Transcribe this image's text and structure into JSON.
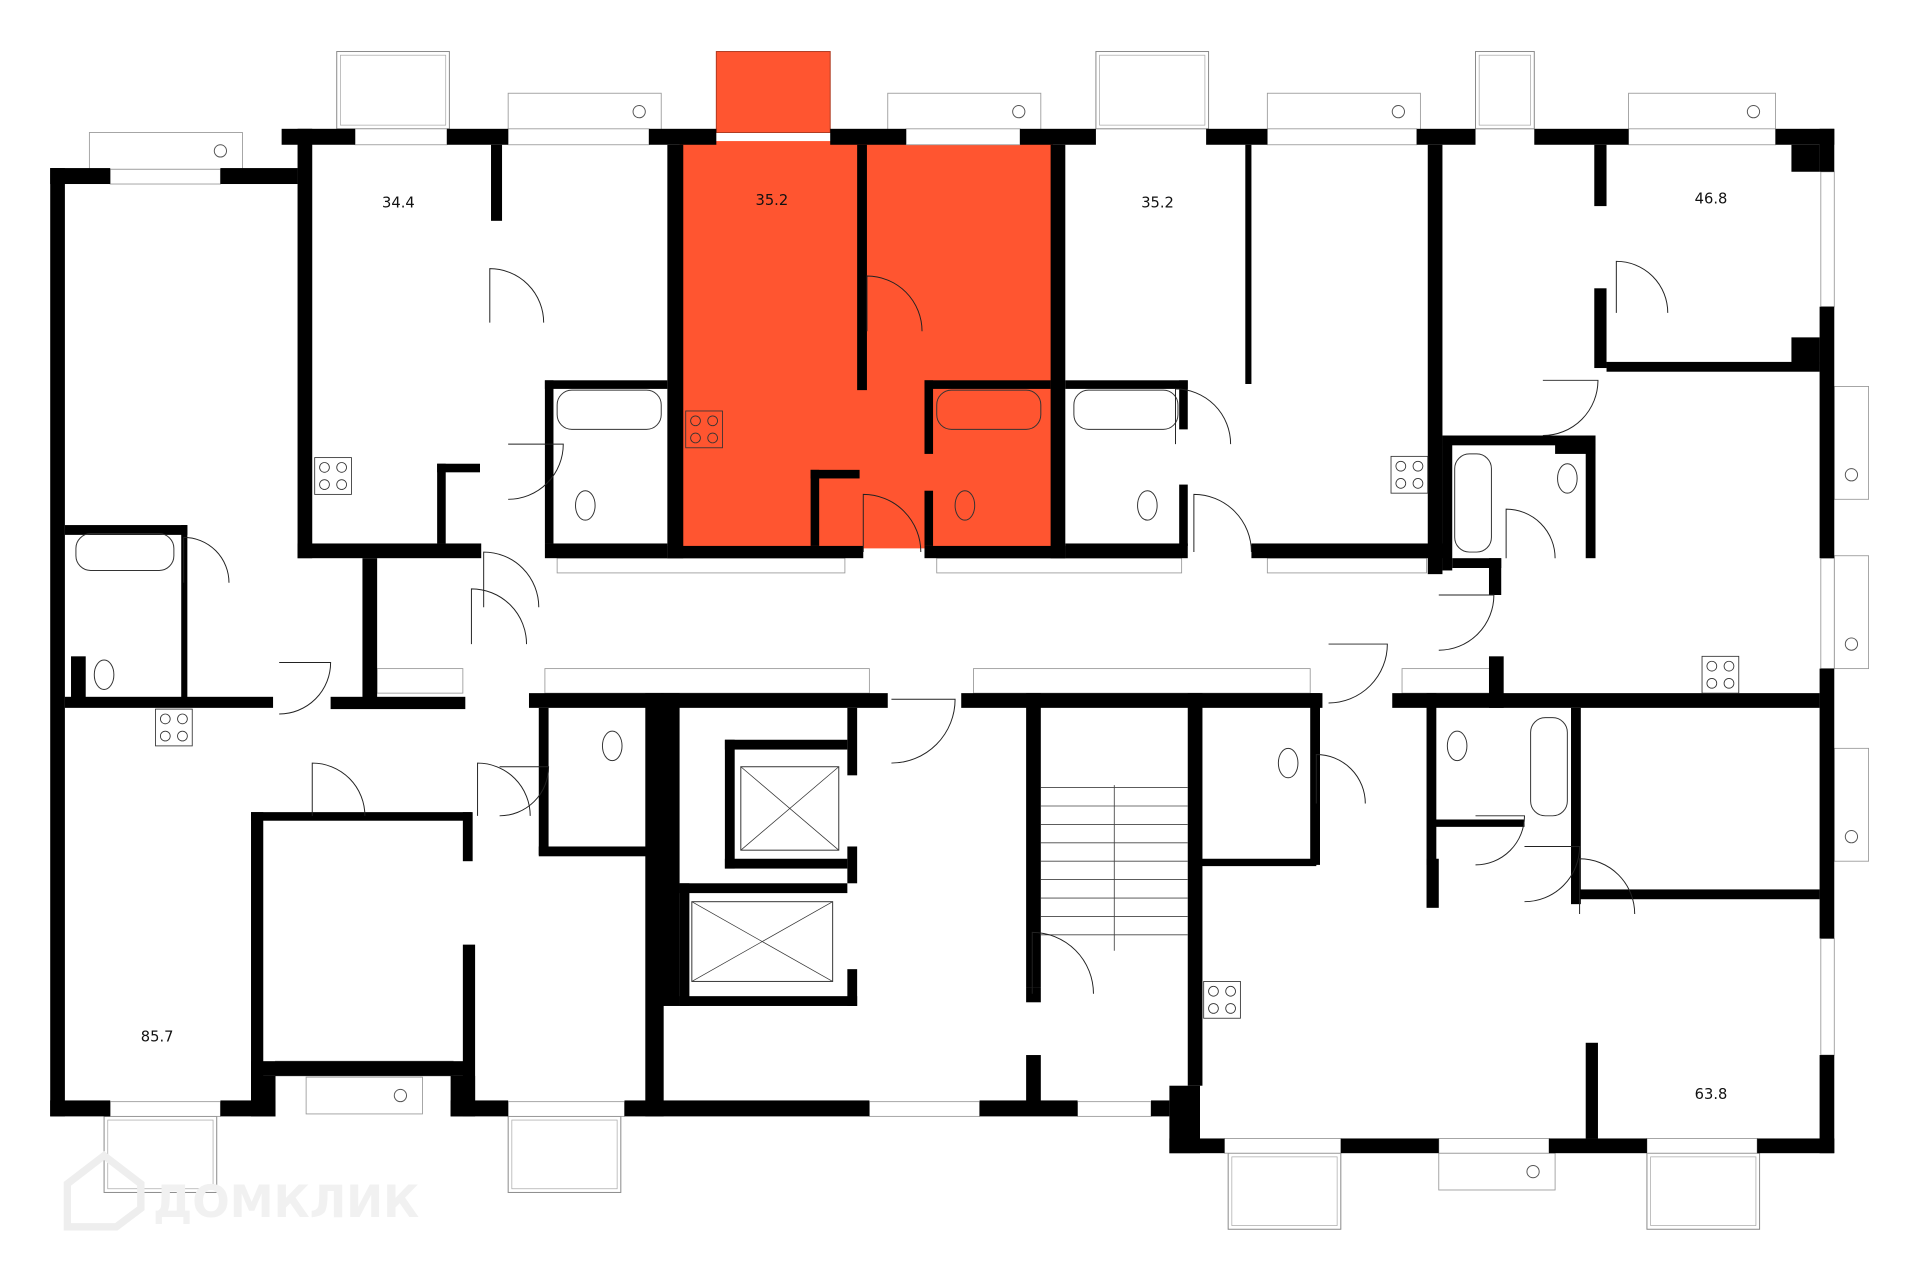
{
  "floor_plan": {
    "highlight_color": "#FF5530",
    "wall_color": "#000000",
    "apartments": [
      {
        "area": "34.4",
        "highlighted": false
      },
      {
        "area": "35.2",
        "highlighted": true
      },
      {
        "area": "35.2",
        "highlighted": false
      },
      {
        "area": "46.8",
        "highlighted": false
      },
      {
        "area": "85.7",
        "highlighted": false
      },
      {
        "area": "63.8",
        "highlighted": false
      }
    ]
  },
  "watermark": {
    "text": "ДОМКЛИК"
  }
}
